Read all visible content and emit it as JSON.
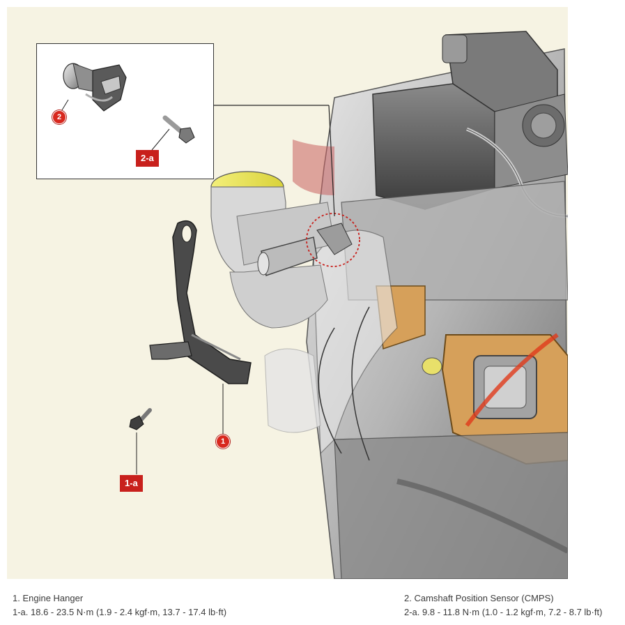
{
  "diagram": {
    "callouts": {
      "engine_hanger_num": "1",
      "hanger_bolt_tag": "1-a",
      "cmps_num": "2",
      "cmps_bolt_tag": "2-a"
    },
    "colors": {
      "callout_red": "#c8201c",
      "background": "#f6f3e3"
    }
  },
  "legend": {
    "item1_title": "1. Engine Hanger",
    "item1_torque": "1-a. 18.6 - 23.5 N·m (1.9 - 2.4 kgf·m, 13.7 - 17.4 lb·ft)",
    "item2_title": "2. Camshaft Position Sensor (CMPS)",
    "item2_torque": "2-a. 9.8 - 11.8 N·m (1.0 - 1.2 kgf·m, 7.2 - 8.7 lb·ft)"
  }
}
